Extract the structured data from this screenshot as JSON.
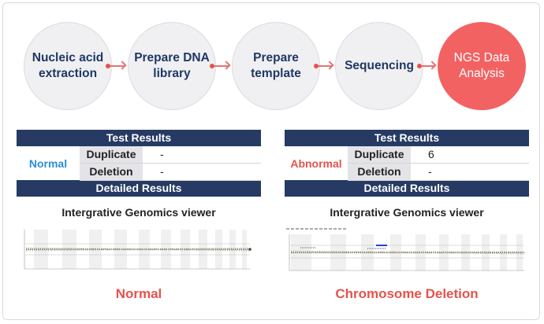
{
  "workflow": {
    "steps": [
      "Nucleic acid\nextraction",
      "Prepare DNA\nlibrary",
      "Prepare\ntemplate",
      "Sequencing",
      "NGS Data\nAnalysis"
    ],
    "colors": {
      "step_bg": "#f0f0f2",
      "step_text": "#1f3864",
      "final_bg": "#f26262",
      "arrow": "#e57373"
    }
  },
  "panels": [
    {
      "test_results_title": "Test Results",
      "status": "Normal",
      "duplicate_label": "Duplicate",
      "duplicate_value": "-",
      "deletion_label": "Deletion",
      "deletion_value": "-",
      "detailed_title": "Detailed Results",
      "viewer_title": "Intergrative Genomics viewer",
      "caption": "Normal"
    },
    {
      "test_results_title": "Test Results",
      "status": "Abnormal",
      "duplicate_label": "Duplicate",
      "duplicate_value": "6",
      "deletion_label": "Deletion",
      "deletion_value": "-",
      "detailed_title": "Detailed Results",
      "viewer_title": "Intergrative Genomics viewer",
      "caption": "Chromosome Deletion"
    }
  ],
  "colors": {
    "header_bar": "#263a63",
    "normal": "#2a8fd6",
    "abnormal": "#e5534b",
    "label_bg": "#e4e4e8"
  }
}
